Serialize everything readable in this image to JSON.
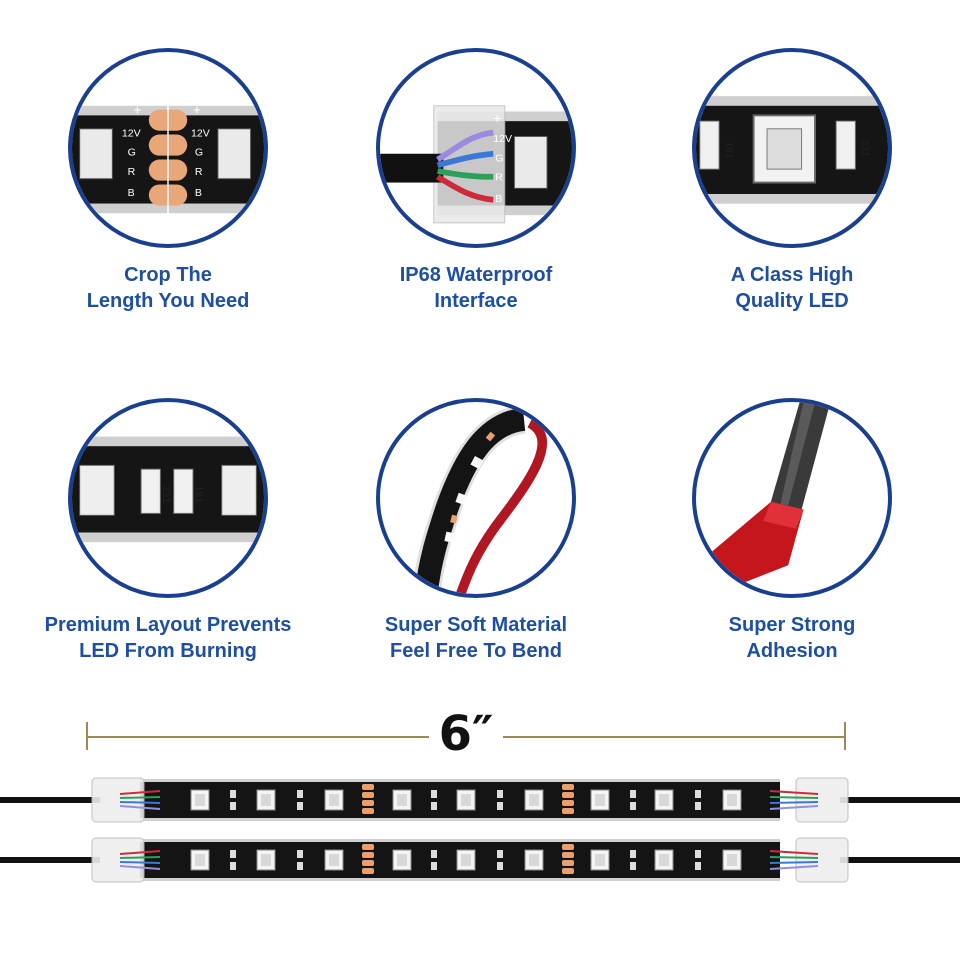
{
  "features": [
    {
      "id": "crop",
      "line1": "Crop The",
      "line2": "Length You Need",
      "icon": "cut-marks-icon",
      "circle_text": {
        "plus": "+",
        "v": "12V",
        "g": "G",
        "r": "R",
        "b": "B"
      }
    },
    {
      "id": "waterproof",
      "line1": "IP68 Waterproof",
      "line2": "Interface",
      "icon": "connector-icon",
      "circle_text": {
        "plus": "+",
        "v": "12V",
        "g": "G",
        "r": "R",
        "b": "B"
      }
    },
    {
      "id": "led",
      "line1": "A Class High",
      "line2": "Quality LED",
      "icon": "led-chip-icon",
      "circle_text": {
        "left": "181",
        "right": "331"
      }
    },
    {
      "id": "layout",
      "line1": "Premium Layout Prevents",
      "line2": "LED From Burning",
      "icon": "resistor-layout-icon",
      "circle_text": {
        "left": "331",
        "right": "181"
      }
    },
    {
      "id": "soft",
      "line1": "Super Soft Material",
      "line2": "Feel Free To Bend",
      "icon": "bent-strip-icon"
    },
    {
      "id": "adhesion",
      "line1": "Super Strong",
      "line2": "Adhesion",
      "icon": "adhesive-tape-icon"
    }
  ],
  "measurement": {
    "label": "6″"
  },
  "colors": {
    "accent": "#1a3f8f",
    "caption": "#1f4fa0",
    "strip": "#141414",
    "pad": "#e8a070",
    "glue": "#c4161c"
  }
}
